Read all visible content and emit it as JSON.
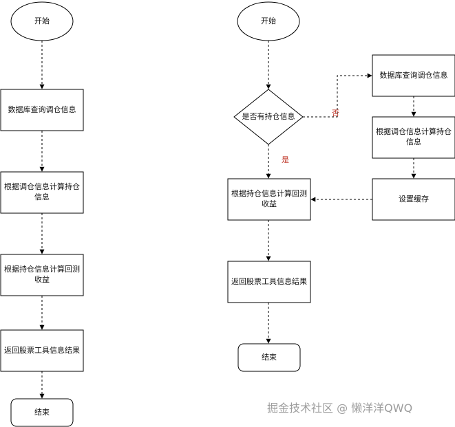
{
  "left_flow": {
    "start": "开始",
    "step1": "数据库查询调仓信息",
    "step2": "根据调仓信息计算持仓信息",
    "step3": "根据持仓信息计算回测收益",
    "step4": "返回股票工具信息结果",
    "end": "结束"
  },
  "right_flow": {
    "start": "开始",
    "decision": "是否有持仓信息",
    "no_label": "否",
    "yes_label": "是",
    "query": "数据库查询调仓信息",
    "compute_holdings": "根据调仓信息计算持仓信息",
    "set_cache": "设置缓存",
    "compute_returns": "根据持仓信息计算回测收益",
    "return_result": "返回股票工具信息结果",
    "end": "结束"
  },
  "watermark": "掘金技术社区 @ 懒洋洋QWQ",
  "colors": {
    "stroke": "#000000",
    "edge_label": "#c0392b",
    "background": "#ffffff"
  }
}
